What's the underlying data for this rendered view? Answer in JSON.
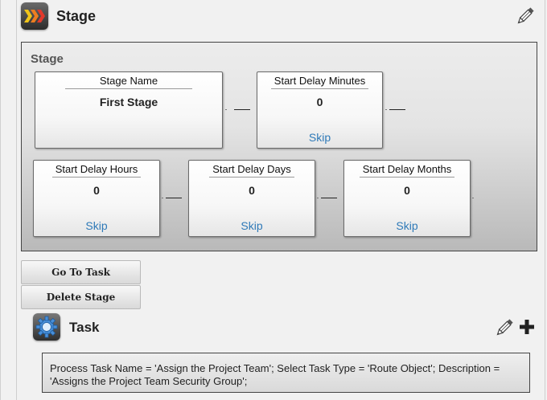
{
  "stage_section": {
    "title": "Stage",
    "panel_title": "Stage",
    "cards": [
      {
        "label": "Stage Name",
        "value": "First Stage",
        "skip": ""
      },
      {
        "label": "Start Delay Minutes",
        "value": "0",
        "skip": "Skip"
      },
      {
        "label": "Start Delay Hours",
        "value": "0",
        "skip": "Skip"
      },
      {
        "label": "Start Delay Days",
        "value": "0",
        "skip": "Skip"
      },
      {
        "label": "Start Delay Months",
        "value": "0",
        "skip": "Skip"
      }
    ]
  },
  "buttons": {
    "go_to_task": "Go To Task",
    "delete_stage": "Delete Stage"
  },
  "task_section": {
    "title": "Task",
    "summary": "Process Task Name = 'Assign the Project Team'; Select Task Type = 'Route Object'; Description = 'Assigns the Project Team Security Group';"
  },
  "icons": {
    "stage": "chevrons-icon",
    "task": "gear-icon",
    "edit": "pencil-icon",
    "add": "plus-icon"
  },
  "colors": {
    "link": "#2f7ab8",
    "chevron_gold": "#f0c419",
    "chevron_orange": "#ee7d1f",
    "chevron_red": "#e2382b",
    "gear_blue": "#4a90d9"
  }
}
